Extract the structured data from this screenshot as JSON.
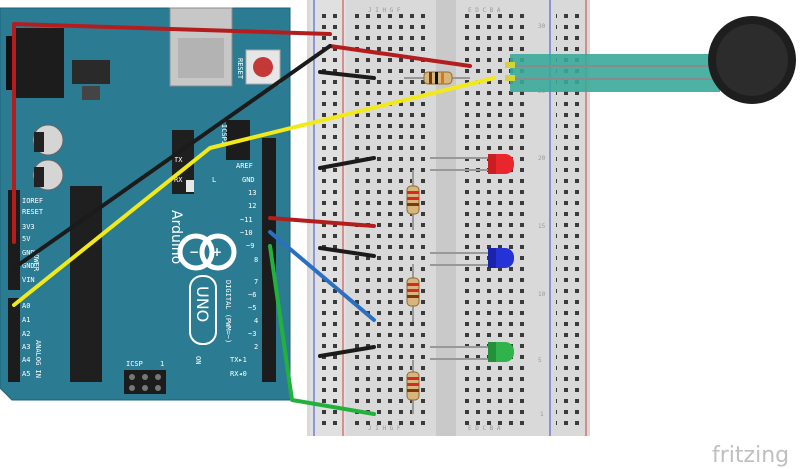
{
  "board": {
    "brand": "Arduino",
    "model": "UNO",
    "reset_label": "RESET",
    "icsp_label": "ICSP",
    "icsp2_label": "ICSP2",
    "tx_label": "TX",
    "rx_label": "RX",
    "l_label": "L",
    "on_label": "ON",
    "digital_label": "DIGITAL (PWM=~)",
    "analog_label": "ANALOG IN",
    "power_label": "POWER",
    "icsp_one": "1",
    "power_pins": [
      "IOREF",
      "RESET",
      "3V3",
      "5V",
      "GND",
      "GND",
      "VIN"
    ],
    "analog_pins": [
      "A0",
      "A1",
      "A2",
      "A3",
      "A4",
      "A5"
    ],
    "digital_pins": [
      "AREF",
      "GND",
      "13",
      "12",
      "~11",
      "~10",
      "~9",
      "8",
      "7",
      "~6",
      "~5",
      "4",
      "~3",
      "2",
      "TX▸1",
      "RX◂0"
    ]
  },
  "breadboard": {
    "row_numbers": [
      "30",
      "25",
      "20",
      "15",
      "10",
      "5",
      "1"
    ],
    "col_letters_top_left": "J I H G F",
    "col_letters_top_right": "E D C B A"
  },
  "components": {
    "leds": [
      {
        "color": "#e8262b"
      },
      {
        "color": "#2532d6"
      },
      {
        "color": "#2fb34a"
      }
    ],
    "sensor": "force-sensitive-resistor"
  },
  "wires": {
    "red": "#b41d1d",
    "black": "#1b1b1b",
    "yellow": "#f2e91b",
    "blue": "#2a6fc0",
    "green": "#22b13c"
  },
  "watermark": "fritzing"
}
